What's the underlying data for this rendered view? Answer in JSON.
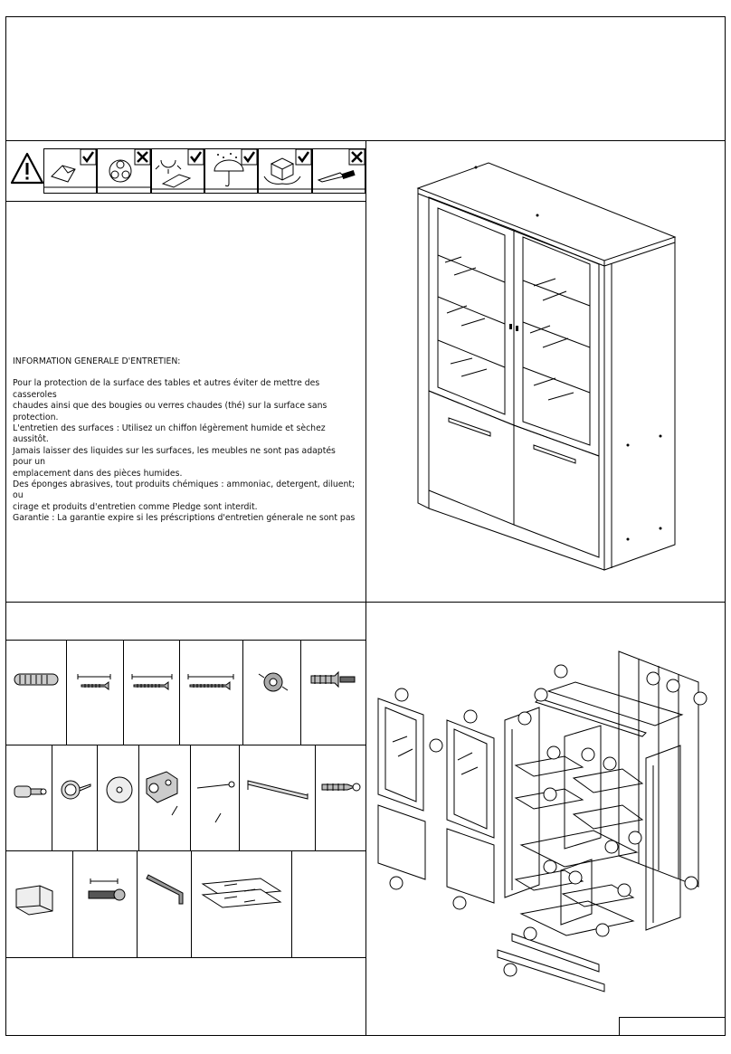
{
  "care_icons": [
    {
      "name": "warning-icon",
      "status": ""
    },
    {
      "name": "dry-cloth-icon",
      "status": "allowed"
    },
    {
      "name": "chemical-cleaner-icon",
      "status": "forbidden"
    },
    {
      "name": "sunlight-icon",
      "status": "allowed"
    },
    {
      "name": "umbrella-humidity-icon",
      "status": "allowed"
    },
    {
      "name": "careful-handling-icon",
      "status": "allowed"
    },
    {
      "name": "sharp-tool-icon",
      "status": "forbidden"
    }
  ],
  "maintenance": {
    "heading": "INFORMATION GENERALE D'ENTRETIEN:",
    "paragraph": "Pour la protection de la surface des tables et autres éviter de mettre des casseroles\nchaudes ainsi que des bougies ou verres chaudes (thé) sur la surface sans protection.\nL'entretien des surfaces : Utilisez un chiffon légèrement humide et sèchez aussitôt.\nJamais laisser des liquides sur les surfaces, les meubles ne sont pas adaptés pour un\nemplacement dans des pièces humides.\nDes éponges abrasives, tout produits chémiques : ammoniac, detergent, diluent; ou\ncirage et produits d'entretien comme Pledge sont interdit.\nGarantie : La garantie expire si les préscriptions d'entretien génerale ne sont pas"
  },
  "hardware": [
    {
      "name": "wooden-dowel-icon"
    },
    {
      "name": "short-screw-icon"
    },
    {
      "name": "long-screw-icon"
    },
    {
      "name": "longer-screw-icon"
    },
    {
      "name": "cam-lock-icon"
    },
    {
      "name": "wall-plug-icon"
    },
    {
      "name": "cam-bolt-icon"
    },
    {
      "name": "knob-icon"
    },
    {
      "name": "shelf-support-icon"
    },
    {
      "name": "hinge-icon"
    },
    {
      "name": "nail-icon"
    },
    {
      "name": "handle-icon"
    },
    {
      "name": "wood-screw-icon"
    },
    {
      "name": "glass-door-stop-icon"
    },
    {
      "name": "euro-screw-icon"
    },
    {
      "name": "allen-key-icon"
    },
    {
      "name": "glass-shelf-icon"
    }
  ],
  "colors": {
    "line": "#000000",
    "panel": "#d8d8d8",
    "background": "#ffffff"
  }
}
